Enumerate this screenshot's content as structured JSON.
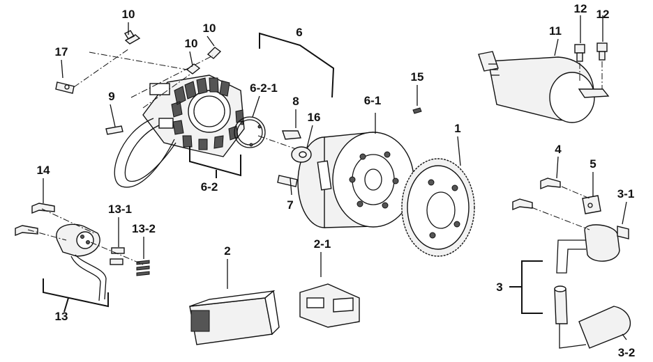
{
  "diagram": {
    "labels": {
      "p1": "1",
      "p2": "2",
      "p2_1": "2-1",
      "p3": "3",
      "p3_1": "3-1",
      "p3_2": "3-2",
      "p4": "4",
      "p5": "5",
      "p6": "6",
      "p6_1": "6-1",
      "p6_2": "6-2",
      "p6_2_1": "6-2-1",
      "p7": "7",
      "p8": "8",
      "p9": "9",
      "p10a": "10",
      "p10b": "10",
      "p10c": "10",
      "p11": "11",
      "p12a": "12",
      "p12b": "12",
      "p13": "13",
      "p13_1": "13-1",
      "p13_2": "13-2",
      "p14": "14",
      "p15": "15",
      "p16": "16",
      "p17": "17"
    }
  }
}
